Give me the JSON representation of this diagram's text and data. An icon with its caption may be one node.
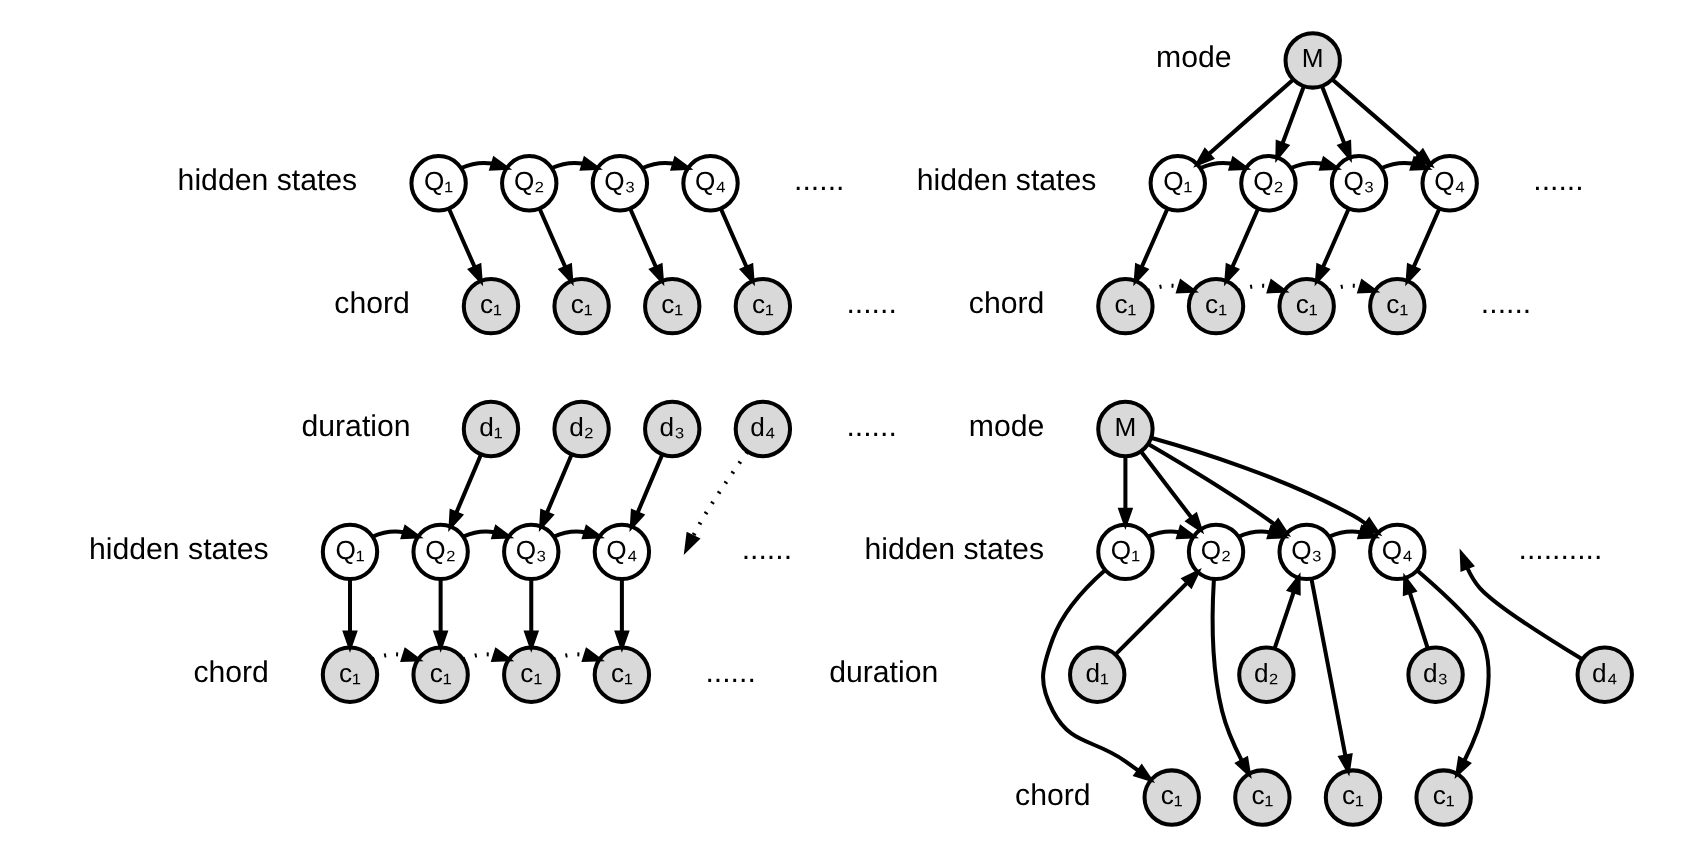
{
  "diagram": {
    "nodes": [
      {
        "text": [
          "Q₁"
        ]
      },
      {
        "text": [
          "Q₂"
        ]
      },
      {
        "text": [
          "Q₃"
        ]
      },
      {
        "text": [
          "Q₄"
        ]
      },
      {
        "text": [
          "c₁"
        ]
      },
      {
        "text": [
          "c₁"
        ]
      },
      {
        "text": [
          "c₁"
        ]
      },
      {
        "text": [
          "c₁"
        ]
      },
      {
        "text": [
          "M"
        ]
      },
      {
        "text": [
          "Q₁"
        ]
      },
      {
        "text": [
          "Q₂"
        ]
      },
      {
        "text": [
          "Q₃"
        ]
      },
      {
        "text": [
          "Q₄"
        ]
      },
      {
        "text": [
          "c₁"
        ]
      },
      {
        "text": [
          "c₁"
        ]
      },
      {
        "text": [
          "c₁"
        ]
      },
      {
        "text": [
          "c₁"
        ]
      },
      {
        "text": [
          "d₁"
        ]
      },
      {
        "text": [
          "d₂"
        ]
      },
      {
        "text": [
          "d₃"
        ]
      },
      {
        "text": [
          "d₄"
        ]
      },
      {
        "text": [
          "Q₁"
        ]
      },
      {
        "text": [
          "Q₂"
        ]
      },
      {
        "text": [
          "Q₃"
        ]
      },
      {
        "text": [
          "Q₄"
        ]
      },
      {
        "text": [
          "c₁"
        ]
      },
      {
        "text": [
          "c₁"
        ]
      },
      {
        "text": [
          "c₁"
        ]
      },
      {
        "text": [
          "c₁"
        ]
      },
      {
        "text": [
          "M"
        ]
      },
      {
        "text": [
          "Q₁"
        ]
      },
      {
        "text": [
          "Q₂"
        ]
      },
      {
        "text": [
          "Q₃"
        ]
      },
      {
        "text": [
          "Q₄"
        ]
      },
      {
        "text": [
          "d₁"
        ]
      },
      {
        "text": [
          "d₂"
        ]
      },
      {
        "text": [
          "d₃"
        ]
      },
      {
        "text": [
          "d₄"
        ]
      },
      {
        "text": [
          "c₁"
        ]
      },
      {
        "text": [
          "c₁"
        ]
      },
      {
        "text": [
          "c₁"
        ]
      },
      {
        "text": [
          "c₁"
        ]
      }
    ],
    "edges": [
      {
        "from": 0,
        "to": 1,
        "arrow": "to"
      },
      {
        "from": 1,
        "to": 2,
        "arrow": "to"
      },
      {
        "from": 2,
        "to": 3,
        "arrow": "to"
      },
      {
        "from": 0,
        "to": 4,
        "arrow": "to"
      },
      {
        "from": 1,
        "to": 5,
        "arrow": "to"
      },
      {
        "from": 2,
        "to": 6,
        "arrow": "to"
      },
      {
        "from": 3,
        "to": 7,
        "arrow": "to"
      },
      {
        "from": 8,
        "to": 9,
        "arrow": "to"
      },
      {
        "from": 8,
        "to": 10,
        "arrow": "to"
      },
      {
        "from": 8,
        "to": 11,
        "arrow": "to"
      },
      {
        "from": 8,
        "to": 12,
        "arrow": "to"
      },
      {
        "from": 9,
        "to": 10,
        "arrow": "to"
      },
      {
        "from": 10,
        "to": 11,
        "arrow": "to"
      },
      {
        "from": 11,
        "to": 12,
        "arrow": "to"
      },
      {
        "from": 9,
        "to": 13,
        "arrow": "to"
      },
      {
        "from": 10,
        "to": 14,
        "arrow": "to"
      },
      {
        "from": 11,
        "to": 15,
        "arrow": "to"
      },
      {
        "from": 12,
        "to": 16,
        "arrow": "to"
      },
      {
        "from": 13,
        "to": 14,
        "arrow": "to",
        "style": "dashed"
      },
      {
        "from": 14,
        "to": 15,
        "arrow": "to",
        "style": "dashed"
      },
      {
        "from": 15,
        "to": 16,
        "arrow": "to",
        "style": "dashed"
      },
      {
        "from": 17,
        "to": 22,
        "arrow": "to"
      },
      {
        "from": 18,
        "to": 23,
        "arrow": "to"
      },
      {
        "from": 19,
        "to": 24,
        "arrow": "to"
      },
      {
        "from": 20,
        "to": null,
        "arrow": "to",
        "style": "dashed"
      },
      {
        "from": 21,
        "to": 22,
        "arrow": "to"
      },
      {
        "from": 22,
        "to": 23,
        "arrow": "to"
      },
      {
        "from": 23,
        "to": 24,
        "arrow": "to"
      },
      {
        "from": 21,
        "to": 25,
        "arrow": "to"
      },
      {
        "from": 22,
        "to": 26,
        "arrow": "to"
      },
      {
        "from": 23,
        "to": 27,
        "arrow": "to"
      },
      {
        "from": 24,
        "to": 28,
        "arrow": "to"
      },
      {
        "from": 25,
        "to": 26,
        "arrow": "to",
        "style": "dashed"
      },
      {
        "from": 26,
        "to": 27,
        "arrow": "to",
        "style": "dashed"
      },
      {
        "from": 27,
        "to": 28,
        "arrow": "to",
        "style": "dashed"
      },
      {
        "from": 29,
        "to": 30,
        "arrow": "to"
      },
      {
        "from": 29,
        "to": 31,
        "arrow": "to"
      },
      {
        "from": 29,
        "to": 32,
        "arrow": "to"
      },
      {
        "from": 29,
        "to": 33,
        "arrow": "to"
      },
      {
        "from": 30,
        "to": 31,
        "arrow": "to"
      },
      {
        "from": 31,
        "to": 32,
        "arrow": "to"
      },
      {
        "from": 32,
        "to": 33,
        "arrow": "to"
      },
      {
        "from": 30,
        "to": 38,
        "arrow": "to"
      },
      {
        "from": 31,
        "to": 39,
        "arrow": "to"
      },
      {
        "from": 32,
        "to": 40,
        "arrow": "to"
      },
      {
        "from": 33,
        "to": 41,
        "arrow": "to"
      },
      {
        "from": 34,
        "to": 31,
        "arrow": "to"
      },
      {
        "from": 35,
        "to": 32,
        "arrow": "to"
      },
      {
        "from": 36,
        "to": 33,
        "arrow": "to"
      },
      {
        "from": 37,
        "to": null,
        "arrow": "to"
      }
    ],
    "labels": [
      "hidden states",
      "......",
      "chord",
      "......",
      "mode",
      "hidden states",
      "......",
      "chord",
      "......",
      "duration",
      "......",
      "hidden states",
      "......",
      "chord",
      "......",
      "mode",
      "hidden states",
      "..........",
      "duration",
      "chord"
    ]
  }
}
